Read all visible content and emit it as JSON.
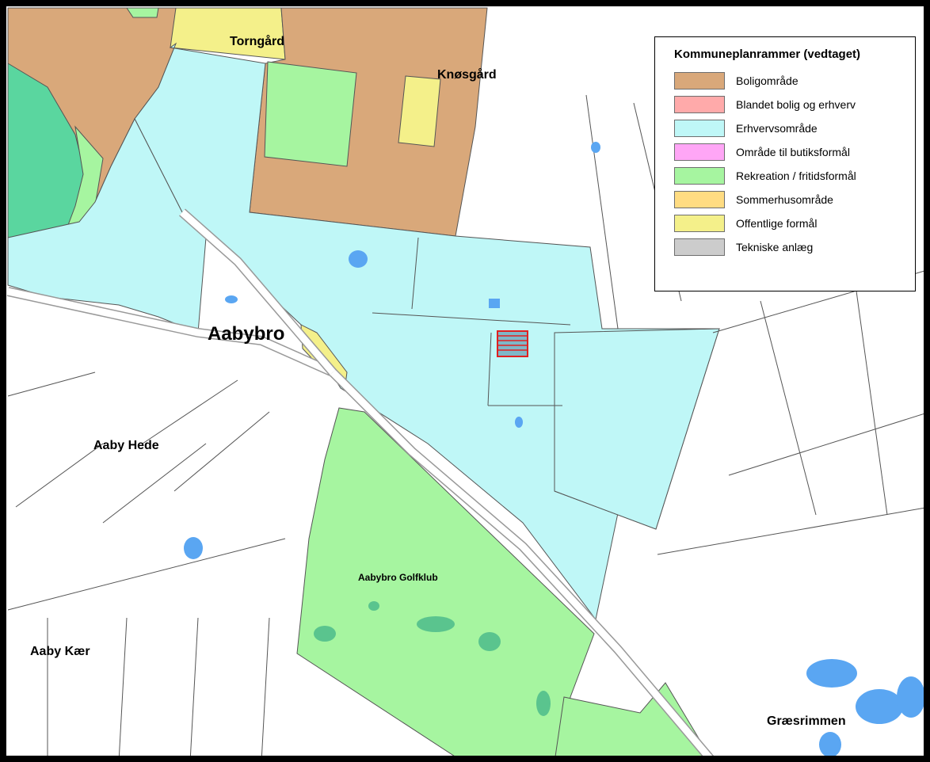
{
  "map": {
    "places": {
      "torngard": "Torngård",
      "knosgard": "Knøsgård",
      "aabybro": "Aabybro",
      "aaby_hede": "Aaby Hede",
      "golfklub": "Aabybro Golfklub",
      "aaby_kaer": "Aaby Kær",
      "graesrimmen": "Græsrimmen"
    },
    "colors": {
      "bolig": "#d9a87a",
      "erhverv": "#bff7f7",
      "rekreation": "#a6f5a0",
      "offentlig": "#f4f08a",
      "skov": "#5ad69f",
      "water": "#5aa6f2",
      "line": "#555555"
    }
  },
  "legend": {
    "title": "Kommuneplanrammer (vedtaget)",
    "items": [
      {
        "label": "Boligområde",
        "color": "#d9a87a"
      },
      {
        "label": "Blandet bolig og erhverv",
        "color": "#ffaaaa"
      },
      {
        "label": "Erhvervsområde",
        "color": "#bff7f7"
      },
      {
        "label": "Område til butiksformål",
        "color": "#ffa6f6"
      },
      {
        "label": "Rekreation / fritidsformål",
        "color": "#a6f5a0"
      },
      {
        "label": "Sommerhusområde",
        "color": "#ffdc82"
      },
      {
        "label": "Offentlige formål",
        "color": "#f4f08a"
      },
      {
        "label": "Tekniske anlæg",
        "color": "#cccccc"
      }
    ]
  }
}
